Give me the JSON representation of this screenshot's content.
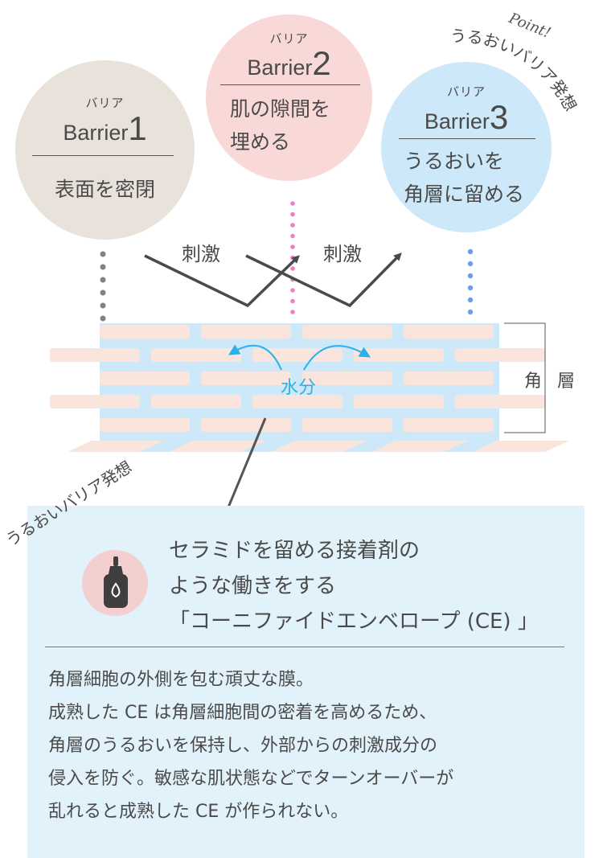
{
  "barriers": [
    {
      "ruby": "バリア",
      "word": "Barrier",
      "number": "1",
      "lines": [
        "表面を密閉"
      ],
      "color": "#e9e2da"
    },
    {
      "ruby": "バリア",
      "word": "Barrier",
      "number": "2",
      "lines": [
        "肌の隙間を",
        "埋める"
      ],
      "color": "#f8d9d8"
    },
    {
      "ruby": "バリア",
      "word": "Barrier",
      "number": "3",
      "lines": [
        "うるおいを",
        "角層に留める"
      ],
      "color": "#cde8f8"
    }
  ],
  "point_badge": {
    "script": "Point!",
    "text": "うるおいバリア発想"
  },
  "diagram": {
    "stimulus_labels": [
      "刺激",
      "刺激"
    ],
    "water_label": "水分",
    "layer_label": "角 層",
    "colors": {
      "brick": "#f9e5dc",
      "mortar": "#cde8f8",
      "arrow": "#2bb0e8",
      "dot1": "#8a7f74",
      "dot2": "#f07fc0",
      "dot3": "#6f9ee8"
    }
  },
  "info_box": {
    "tag": "うるおいバリア発想",
    "icon": "dropper-bottle-icon",
    "headline": [
      "セラミドを留める接着剤の",
      "ような働きをする",
      "「コーニファイドエンベロープ (CE) 」"
    ],
    "description": [
      "角層細胞の外側を包む頑丈な膜。",
      "成熟した CE は角層細胞間の密着を高めるため、",
      "角層のうるおいを保持し、外部からの刺激成分の",
      "侵入を防ぐ。敏感な肌状態などでターンオーバーが",
      "乱れると成熟した CE が作られない。"
    ],
    "color": "#e2f2fb"
  }
}
